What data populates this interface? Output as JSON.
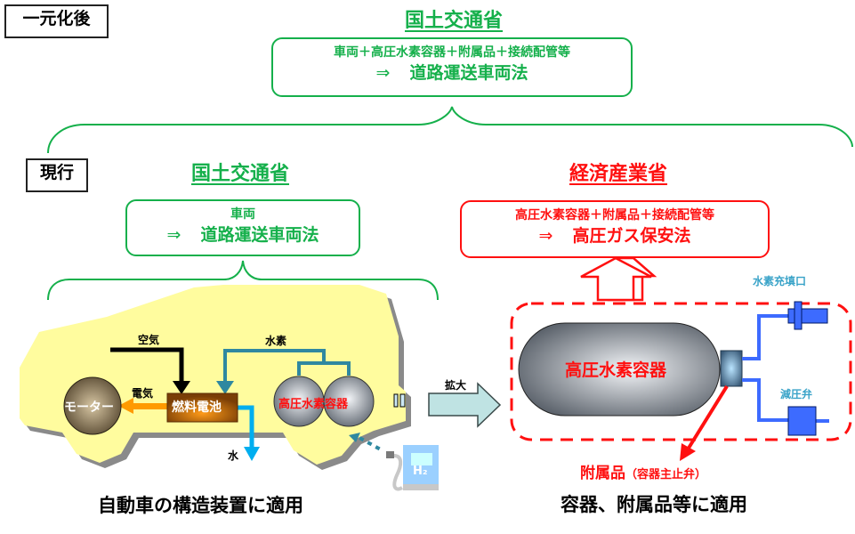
{
  "after_unification": {
    "label": "一元化後",
    "ministry": "国土交通省",
    "scope": "車両＋高圧水素容器＋附属品＋接続配管等",
    "law_arrow": "⇒",
    "law": "道路運送車両法"
  },
  "current": {
    "label": "現行",
    "left": {
      "ministry": "国土交通省",
      "scope": "車両",
      "law_arrow": "⇒",
      "law": "道路運送車両法"
    },
    "right": {
      "ministry": "経済産業省",
      "scope": "高圧水素容器＋附属品＋接続配管等",
      "law_arrow": "⇒",
      "law": "高圧ガス保安法"
    }
  },
  "vehicle_diagram": {
    "air": "空気",
    "hydrogen": "水素",
    "electricity": "電気",
    "motor": "モーター",
    "fuel_cell": "燃料電池",
    "tank": "高圧水素容器",
    "water": "水",
    "station_label": "H₂",
    "caption": "自動車の構造装置に適用"
  },
  "enlarge_label": "拡大",
  "tank_diagram": {
    "tank": "高圧水素容器",
    "fill_port": "水素充填口",
    "pressure_reducer": "減圧弁",
    "accessory": "附属品",
    "accessory_detail": "（容器主止弁）",
    "caption": "容器、附属品等に適用"
  },
  "colors": {
    "mlit_green": "#15b04b",
    "meti_red": "#ff1010",
    "car_yellow": "#fffc9e",
    "pipe_blue": "#3d6bff",
    "hydrogen_teal": "#2f88a0",
    "water_blue": "#00aeef",
    "electric_orange": "#ff9a00"
  }
}
